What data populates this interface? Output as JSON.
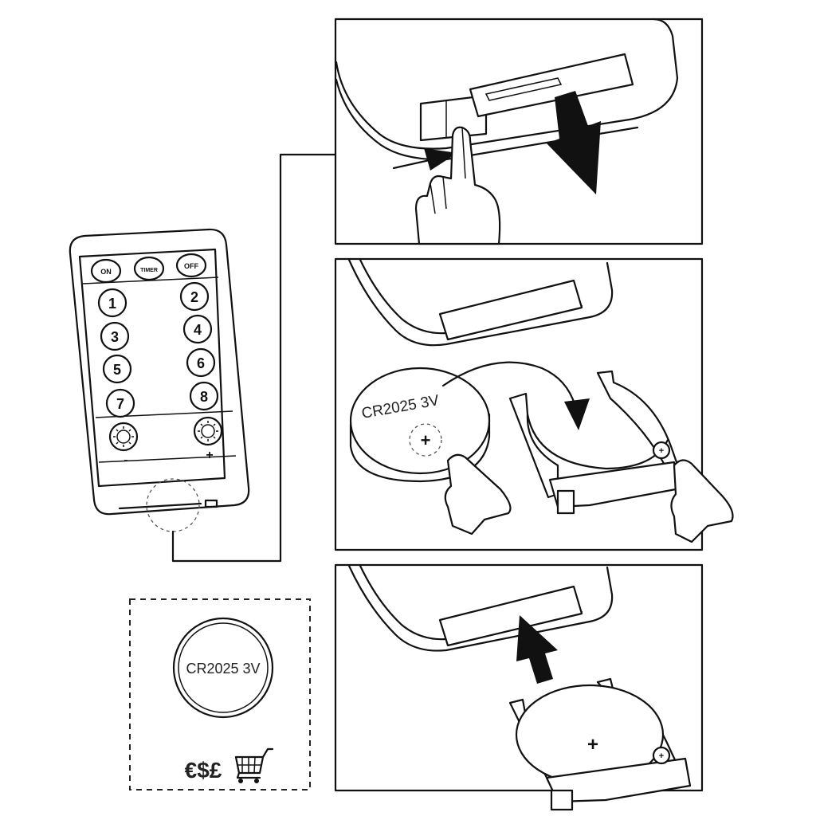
{
  "remote": {
    "top_buttons": [
      "ON",
      "TIMER",
      "OFF"
    ],
    "number_buttons": [
      "1",
      "2",
      "3",
      "4",
      "5",
      "6",
      "7",
      "8"
    ],
    "dim_minus": "-",
    "dim_plus": "+"
  },
  "battery": {
    "label": "CR2025 3V",
    "plus_sign": "+"
  },
  "battery_callout": {
    "label": "CR2025 3V",
    "currency": "€$£"
  },
  "icons": {
    "push_arrow": "arrow-down-icon",
    "insert_arrow": "arrow-up-icon",
    "rotate_arrow": "curved-arrow-icon",
    "cart": "shopping-cart-icon",
    "hand": "hand-icon"
  },
  "colors": {
    "line": "#111111",
    "background": "#ffffff"
  }
}
